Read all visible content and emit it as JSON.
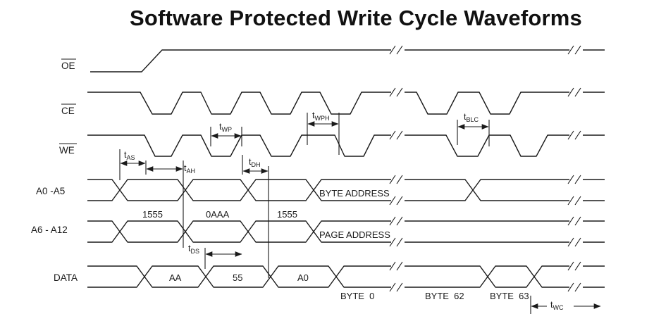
{
  "title": "Software Protected Write Cycle Waveforms",
  "signals": {
    "oe": "OE",
    "ce": "CE",
    "we": "WE",
    "a0_a5": "A0 -A5",
    "a6_a12": "A6 - A12",
    "data": "DATA"
  },
  "address_values": [
    "1555",
    "0AAA",
    "1555"
  ],
  "byte_address": "BYTE ADDRESS",
  "page_address": "PAGE ADDRESS",
  "data_values": [
    "AA",
    "55",
    "A0"
  ],
  "bytes": [
    "BYTE  0",
    "BYTE  62",
    "BYTE  63"
  ],
  "timing": {
    "tas": {
      "main": "t",
      "sub": "AS"
    },
    "tah": {
      "main": "t",
      "sub": "AH"
    },
    "twp": {
      "main": "t",
      "sub": "WP"
    },
    "tdh": {
      "main": "t",
      "sub": "DH"
    },
    "twph": {
      "main": "t",
      "sub": "WPH"
    },
    "tblc": {
      "main": "t",
      "sub": "BLC"
    },
    "tds": {
      "main": "t",
      "sub": "DS"
    },
    "twc": {
      "main": "t",
      "sub": "WC"
    }
  }
}
